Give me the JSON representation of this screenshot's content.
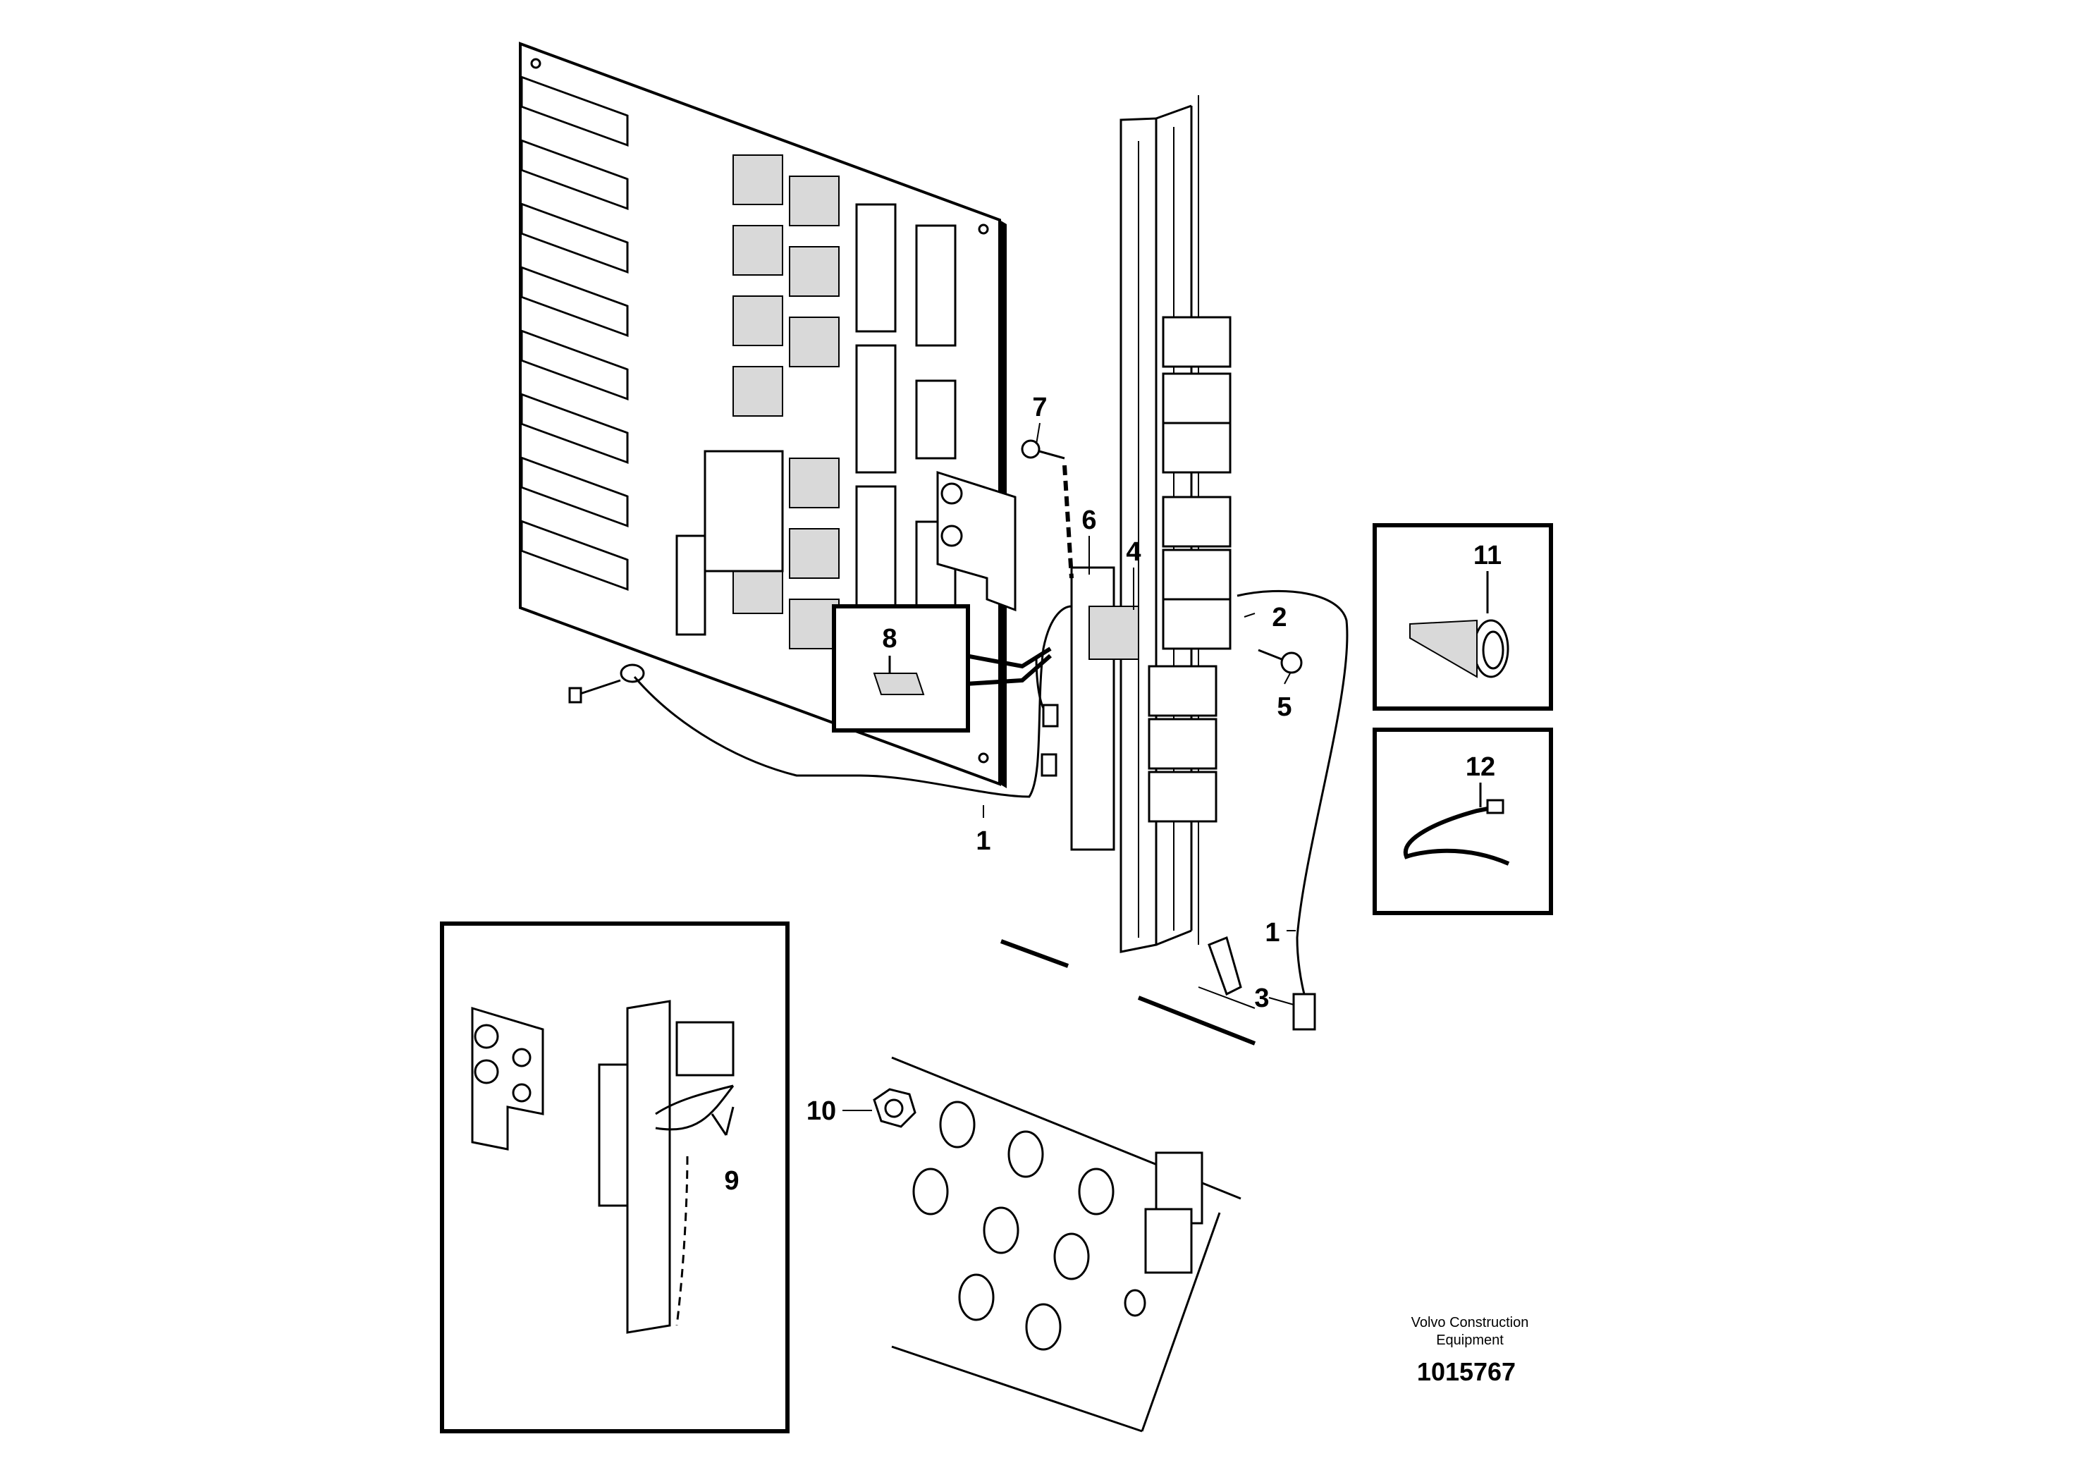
{
  "callouts": {
    "c1a": "1",
    "c1b": "1",
    "c2": "2",
    "c3": "3",
    "c4": "4",
    "c5": "5",
    "c6": "6",
    "c7": "7",
    "c8": "8",
    "c9": "9",
    "c10": "10",
    "c11": "11",
    "c12": "12"
  },
  "credit": {
    "line1": "Volvo Construction",
    "line2": "Equipment"
  },
  "part_number": "1015767"
}
